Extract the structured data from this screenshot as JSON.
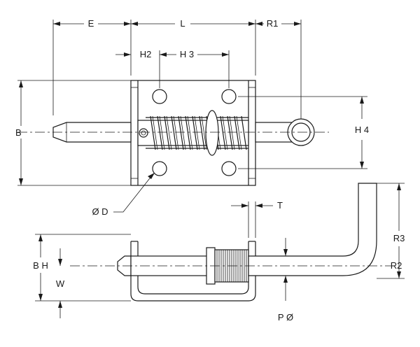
{
  "labels": {
    "E": "E",
    "L": "L",
    "R1": "R1",
    "H2": "H2",
    "H3": "H 3",
    "H4": "H 4",
    "B": "B",
    "D": "Ø D",
    "T": "T",
    "R3": "R3",
    "R2": "R2",
    "BH": "B H",
    "W": "W",
    "P": "P Ø"
  }
}
